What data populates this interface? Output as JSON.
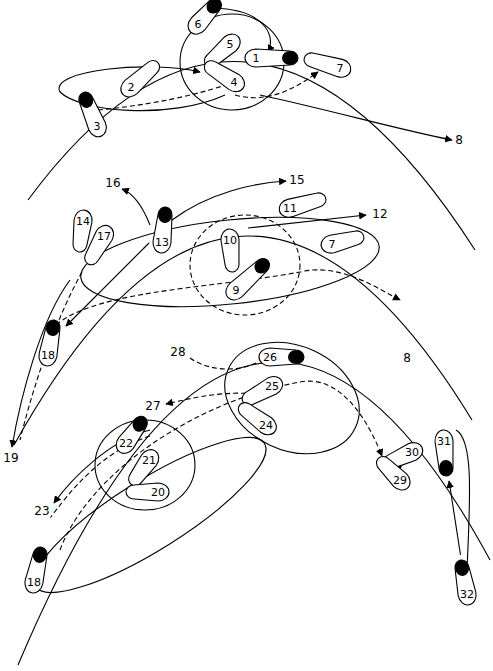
{
  "diagram": {
    "nodes": [
      {
        "text": [
          "6"
        ]
      },
      {
        "text": [
          "5"
        ]
      },
      {
        "text": [
          "1"
        ]
      },
      {
        "text": [
          "2"
        ]
      },
      {
        "text": [
          "4"
        ]
      },
      {
        "text": [
          "7"
        ]
      },
      {
        "text": [
          "3"
        ]
      },
      {
        "text": [
          "14"
        ]
      },
      {
        "text": [
          "13"
        ]
      },
      {
        "text": [
          "17"
        ]
      },
      {
        "text": [
          "11"
        ]
      },
      {
        "text": [
          "10"
        ]
      },
      {
        "text": [
          "7"
        ]
      },
      {
        "text": [
          "9"
        ]
      },
      {
        "text": [
          "18"
        ]
      },
      {
        "text": [
          "26"
        ]
      },
      {
        "text": [
          "25"
        ]
      },
      {
        "text": [
          "22"
        ]
      },
      {
        "text": [
          "24"
        ]
      },
      {
        "text": [
          "21"
        ]
      },
      {
        "text": [
          "30"
        ]
      },
      {
        "text": [
          "31"
        ]
      },
      {
        "text": [
          "20"
        ]
      },
      {
        "text": [
          "29"
        ]
      },
      {
        "text": [
          "18"
        ]
      },
      {
        "text": [
          "32"
        ]
      }
    ],
    "edges": [
      {
        "from": 8,
        "to": 14,
        "arrow": "to"
      },
      {
        "from": 25,
        "to": 21,
        "arrow": "to"
      }
    ],
    "labels": [
      "8",
      "16",
      "15",
      "12",
      "8",
      "28",
      "19",
      "27",
      "23"
    ]
  }
}
